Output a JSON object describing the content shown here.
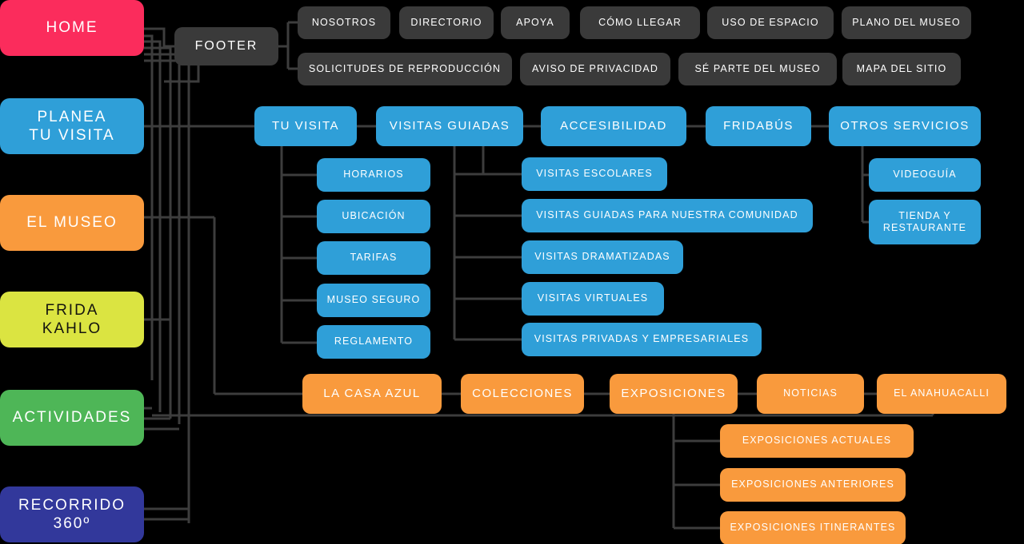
{
  "diagram": {
    "title": "Museo Frida Kahlo - Mapa del sitio",
    "background": "#000000",
    "wire_color": "#3d3d3d"
  },
  "colors": {
    "home": "#fb2c5c",
    "planea": "#2f9fd8",
    "museo": "#f99a3d",
    "frida": "#dbe441",
    "actividades": "#4eb657",
    "recorrido": "#32389b",
    "footer": "#3a3a3a",
    "footer_child": "#3a3a3a",
    "blue": "#2f9fd8",
    "orange": "#f99a3d"
  },
  "sections": {
    "primary": [
      {
        "id": "home",
        "label": "HOME",
        "color_key": "home"
      },
      {
        "id": "planea",
        "label": "PLANEA\nTU VISITA",
        "color_key": "planea"
      },
      {
        "id": "museo",
        "label": "EL MUSEO",
        "color_key": "museo"
      },
      {
        "id": "frida",
        "label": "FRIDA\nKAHLO",
        "color_key": "frida"
      },
      {
        "id": "actividades",
        "label": "ACTIVIDADES",
        "color_key": "actividades"
      },
      {
        "id": "recorrido",
        "label": "RECORRIDO\n360º",
        "color_key": "recorrido"
      }
    ],
    "footer": {
      "label": "FOOTER",
      "children": [
        "NOSOTROS",
        "DIRECTORIO",
        "APOYA",
        "CÓMO LLEGAR",
        "USO DE ESPACIO",
        "PLANO DEL MUSEO",
        "SOLICITUDES DE REPRODUCCIÓN",
        "AVISO DE PRIVACIDAD",
        "SÉ PARTE DEL MUSEO",
        "MAPA DEL SITIO"
      ]
    },
    "visit_row": [
      "TU VISITA",
      "VISITAS GUIADAS",
      "ACCESIBILIDAD",
      "FRIDABÚS",
      "OTROS SERVICIOS"
    ],
    "tu_visita_children": [
      "HORARIOS",
      "UBICACIÓN",
      "TARIFAS",
      "MUSEO SEGURO",
      "REGLAMENTO"
    ],
    "visitas_guiadas_children": [
      "VISITAS ESCOLARES",
      "VISITAS GUIADAS PARA NUESTRA COMUNIDAD",
      "VISITAS DRAMATIZADAS",
      "VISITAS VIRTUALES",
      "VISITAS PRIVADAS Y EMPRESARIALES"
    ],
    "otros_servicios_children": [
      "VIDEOGUÍA",
      "TIENDA Y\nRESTAURANTE"
    ],
    "museum_row": [
      "LA CASA AZUL",
      "COLECCIONES",
      "EXPOSICIONES",
      "NOTICIAS",
      "EL ANAHUACALLI"
    ],
    "exposiciones_children": [
      "EXPOSICIONES ACTUALES",
      "EXPOSICIONES ANTERIORES",
      "EXPOSICIONES ITINERANTES"
    ]
  }
}
